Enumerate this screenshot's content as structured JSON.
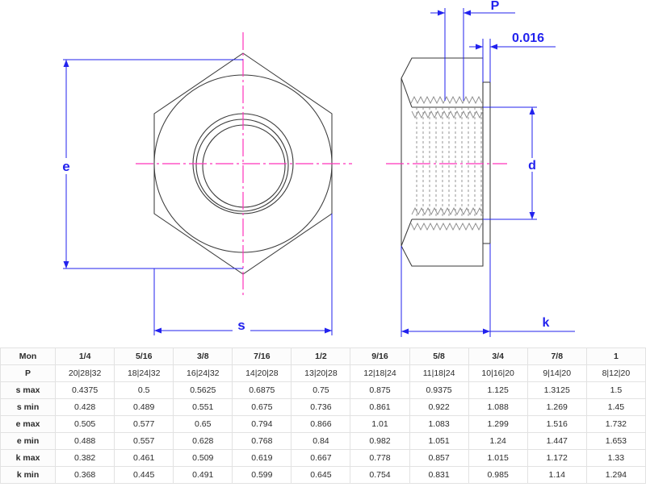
{
  "drawing": {
    "title": "Hex Nut Engineering Drawing",
    "colors": {
      "dimension": "#2222ee",
      "centerline": "#ff33bb",
      "outline": "#3a3a3a",
      "thread": "#777777",
      "table_border": "#e2e2e2",
      "text": "#2b2b2b"
    },
    "labels": {
      "e": "e",
      "s": "s",
      "p": "P",
      "d": "d",
      "k": "k",
      "chamfer": "0.016"
    },
    "views": {
      "front_view_name": "hex-nut-top-view",
      "side_view_name": "hex-nut-side-view"
    }
  },
  "table": {
    "columns": [
      "Mon",
      "1/4",
      "5/16",
      "3/8",
      "7/16",
      "1/2",
      "9/16",
      "5/8",
      "3/4",
      "7/8",
      "1"
    ],
    "rows": [
      {
        "label": "P",
        "values": [
          "20|28|32",
          "18|24|32",
          "16|24|32",
          "14|20|28",
          "13|20|28",
          "12|18|24",
          "11|18|24",
          "10|16|20",
          "9|14|20",
          "8|12|20"
        ]
      },
      {
        "label": "s max",
        "values": [
          "0.4375",
          "0.5",
          "0.5625",
          "0.6875",
          "0.75",
          "0.875",
          "0.9375",
          "1.125",
          "1.3125",
          "1.5"
        ]
      },
      {
        "label": "s min",
        "values": [
          "0.428",
          "0.489",
          "0.551",
          "0.675",
          "0.736",
          "0.861",
          "0.922",
          "1.088",
          "1.269",
          "1.45"
        ]
      },
      {
        "label": "e max",
        "values": [
          "0.505",
          "0.577",
          "0.65",
          "0.794",
          "0.866",
          "1.01",
          "1.083",
          "1.299",
          "1.516",
          "1.732"
        ]
      },
      {
        "label": "e min",
        "values": [
          "0.488",
          "0.557",
          "0.628",
          "0.768",
          "0.84",
          "0.982",
          "1.051",
          "1.24",
          "1.447",
          "1.653"
        ]
      },
      {
        "label": "k max",
        "values": [
          "0.382",
          "0.461",
          "0.509",
          "0.619",
          "0.667",
          "0.778",
          "0.857",
          "1.015",
          "1.172",
          "1.33"
        ]
      },
      {
        "label": "k min",
        "values": [
          "0.368",
          "0.445",
          "0.491",
          "0.599",
          "0.645",
          "0.754",
          "0.831",
          "0.985",
          "1.14",
          "1.294"
        ]
      }
    ]
  }
}
